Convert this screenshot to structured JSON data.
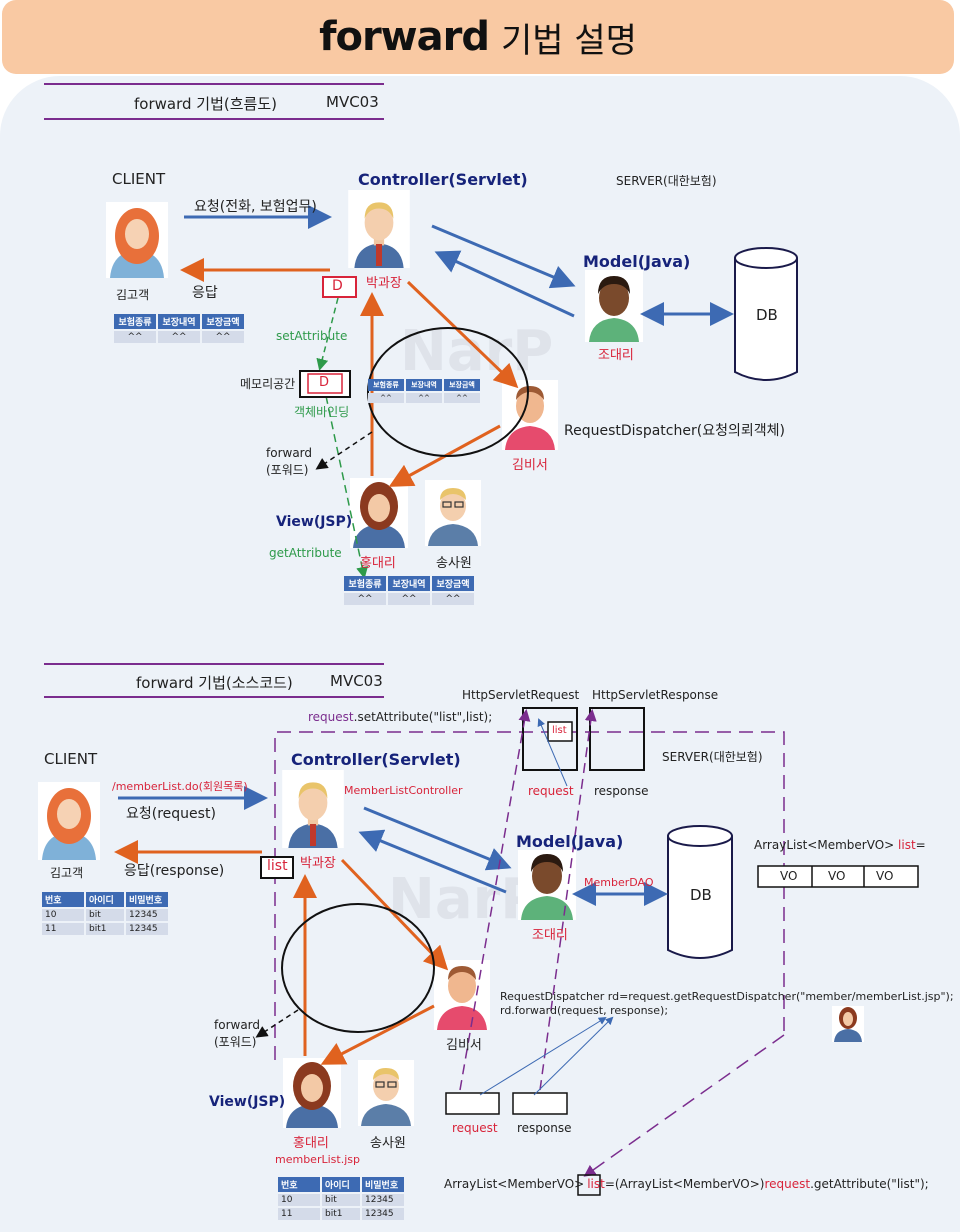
{
  "title": {
    "main": "forward",
    "rest": "기법 설명"
  },
  "section1": {
    "header": "forward 기법(흐름도)",
    "code": "MVC03",
    "client": "CLIENT",
    "controller": "Controller(Servlet)",
    "server": "SERVER(대한보험)",
    "model": "Model(Java)",
    "db": "DB",
    "view": "View(JSP)",
    "request_label": "요청(전화, 보험업무)",
    "response_label": "응답",
    "customer": "김고객",
    "manager": "박과장",
    "assistant": "조대리",
    "secretary": "김비서",
    "view_person": "홍대리",
    "staff": "송사원",
    "d_label": "D",
    "set_attribute": "setAttribute",
    "memory": "메모리공간",
    "object_binding": "객체바인딩",
    "get_attribute": "getAttribute",
    "forward": "forward",
    "forward_kr": "(포워드)",
    "dispatcher": "RequestDispatcher(요청의뢰객체)",
    "table_headers": [
      "보험종류",
      "보장내역",
      "보장금액"
    ],
    "table_row": [
      "^^",
      "^^",
      "^^"
    ],
    "watermark": "NarP"
  },
  "section2": {
    "header": "forward 기법(소스코드)",
    "code": "MVC03",
    "client": "CLIENT",
    "controller": "Controller(Servlet)",
    "controller_class": "MemberListController",
    "server": "SERVER(대한보험)",
    "model": "Model(Java)",
    "dao": "MemberDAO",
    "db": "DB",
    "view": "View(JSP)",
    "jsp": "memberList.jsp",
    "url": "/memberList.do(회원목록)",
    "request_label": "요청(request)",
    "response_label": "응답(response)",
    "customer": "김고객",
    "manager": "박과장",
    "assistant": "조대리",
    "secretary": "김비서",
    "view_person": "홍대리",
    "staff": "송사원",
    "list_label": "list",
    "forward": "forward",
    "forward_kr": "(포워드)",
    "http_request": "HttpServletRequest",
    "http_response": "HttpServletResponse",
    "request": "request",
    "response": "response",
    "set_attr_obj": "request",
    "set_attr_rest": ".setAttribute(\"list\",list);",
    "arraylist_decl": "ArrayList<MemberVO>",
    "arraylist_var": "list",
    "arraylist_eq": "=",
    "vo": [
      "VO",
      "VO",
      "VO"
    ],
    "dispatcher_line1": "RequestDispatcher rd=request.getRequestDispatcher(\"member/memberList.jsp\");",
    "dispatcher_line2": "rd.forward(request, response);",
    "get_prefix": "ArrayList<MemberVO>",
    "get_var": "list",
    "get_mid": "=(ArrayList<MemberVO>)",
    "get_obj": "request",
    "get_rest": ".getAttribute(\"list\");",
    "table_headers": [
      "번호",
      "아이디",
      "비밀번호"
    ],
    "table_rows": [
      [
        "10",
        "bit",
        "12345"
      ],
      [
        "11",
        "bit1",
        "12345"
      ]
    ],
    "watermark": "NarP"
  },
  "colors": {
    "blue_arrow": "#3d6ab3",
    "orange_arrow": "#e0621f",
    "purple": "#7b2d8e",
    "green": "#2e9a4a",
    "red": "#d8243a",
    "title_bg": "#f9c9a3",
    "panel_bg": "#edf2f8"
  }
}
